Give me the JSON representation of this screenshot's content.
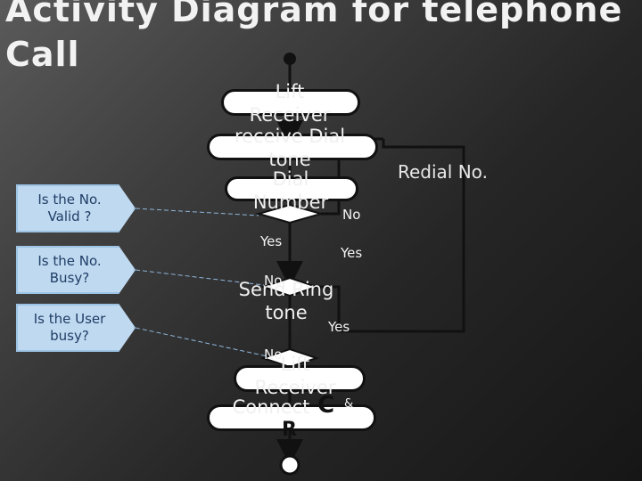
{
  "title": {
    "line1": "Activity Diagram for telephone",
    "line2": "Call"
  },
  "side_labels": [
    {
      "line1": "Is the No.",
      "line2": "Valid ?"
    },
    {
      "line1": "Is the No.",
      "line2": "Busy?"
    },
    {
      "line1": "Is the User",
      "line2": "busy?"
    }
  ],
  "activities": {
    "lift_receiver": {
      "line1": "Lift",
      "line2": "Receiver"
    },
    "receive_dial_tone": {
      "line1": "receive Dial",
      "line2": "tone"
    },
    "dial_number": {
      "line1": "Dial",
      "line2": "Number"
    },
    "send_ring_tone": {
      "line1": "Send Ring",
      "line2": "tone"
    },
    "lift_receiver_2": {
      "line1": "Lift",
      "line2": "Receiver"
    },
    "connect": {
      "line1": "Connect",
      "c": "C",
      "amp": "&",
      "r": "R"
    }
  },
  "guards": {
    "no_1": "No",
    "yes_1": "Yes",
    "yes_2": "Yes",
    "no_2": "No",
    "yes_3": "Yes",
    "no_3": "No"
  },
  "redial": "Redial No."
}
